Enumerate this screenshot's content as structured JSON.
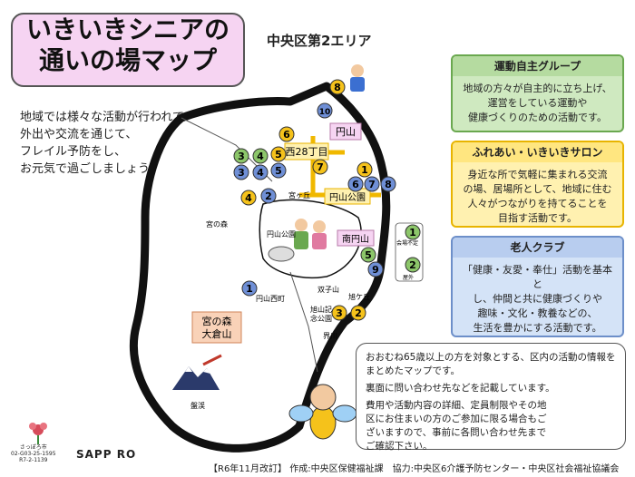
{
  "title": {
    "line1": "いきいきシニアの",
    "line2": "通いの場マップ"
  },
  "area_label": "中央区第2エリア",
  "intro": [
    "地域では様々な活動が行われています！",
    "外出や交流を通じて、",
    "フレイル予防をし、",
    "お元気で過ごしましょう！"
  ],
  "categories": [
    {
      "name": "運動自主グループ",
      "color": "#6aa84f",
      "desc": [
        "地域の方々が自主的に立ち上げ、",
        "運営をしている運動や",
        "健康づくりのための活動です。"
      ]
    },
    {
      "name": "ふれあい・いきいきサロン",
      "color": "#e8b400",
      "desc": [
        "身近な所で気軽に集まれる交流",
        "の場、居場所として、地域に住む",
        "人々がつながりを持てることを",
        "目指す活動です。"
      ]
    },
    {
      "name": "老人クラブ",
      "color": "#6d8fc9",
      "desc": [
        "「健康・友愛・奉仕」活動を基本と",
        "し、仲間と共に健康づくりや",
        "趣味・文化・教養などの、",
        "生活を豊かにする活動です。"
      ]
    }
  ],
  "places": {
    "nishi28": "西28丁目",
    "maruyama": "円山",
    "maruyama_koen_st": "円山公園",
    "minami_maruyama": "南円山",
    "miyanomori_okurayama": [
      "宮の森",
      "大倉山"
    ],
    "miyanomori": "宮の森",
    "miyagaoka": "宮ヶ丘",
    "maruyama_koen": "円山公園",
    "maruyama_nishimachi": "円山西町",
    "futagoyama": "双子山",
    "asahigaoka": "旭ケ丘",
    "asahiyama": [
      "旭山記",
      "念公園"
    ],
    "sakaigawa": "界川",
    "bankei": "盤渓",
    "kaijo_fumei": "会場不定",
    "okugai": "屋外"
  },
  "markers": [
    {
      "n": "8",
      "type": "salon"
    },
    {
      "n": "10",
      "type": "club"
    },
    {
      "n": "6",
      "type": "salon"
    },
    {
      "n": "7",
      "type": "salon"
    },
    {
      "n": "3",
      "type": "exercise"
    },
    {
      "n": "4",
      "type": "exercise"
    },
    {
      "n": "5",
      "type": "salon"
    },
    {
      "n": "3",
      "type": "club"
    },
    {
      "n": "4",
      "type": "club"
    },
    {
      "n": "5",
      "type": "club"
    },
    {
      "n": "4",
      "type": "salon"
    },
    {
      "n": "2",
      "type": "club"
    },
    {
      "n": "1",
      "type": "salon"
    },
    {
      "n": "6",
      "type": "club"
    },
    {
      "n": "7",
      "type": "club"
    },
    {
      "n": "8",
      "type": "club"
    },
    {
      "n": "1",
      "type": "exercise"
    },
    {
      "n": "2",
      "type": "exercise"
    },
    {
      "n": "5",
      "type": "exercise"
    },
    {
      "n": "9",
      "type": "club"
    },
    {
      "n": "1",
      "type": "club"
    },
    {
      "n": "3",
      "type": "salon"
    },
    {
      "n": "2",
      "type": "salon"
    }
  ],
  "colors": {
    "exercise": "#8cc66a",
    "salon": "#f5c21b",
    "club": "#6f8fd6"
  },
  "notice": [
    "おおむね65歳以上の方を対象とする、区内の活動の情報をまとめたマップです。",
    "裏面に問い合わせ先などを記載しています。",
    "費用や活動内容の詳細、定員制限やその地区にお住まいの方のご参加に限る場合もございますので、事前に各問い合わせ先までご確認下さい。"
  ],
  "footer": "【R6年11月改訂】 作成:中央区保健福祉課　協力:中央区6介護予防センター・中央区社会福祉協議会",
  "brand": "SAPP RO",
  "phone": [
    "さっぽろ市",
    "02-G03-25-1595",
    "R7-2-1139"
  ]
}
